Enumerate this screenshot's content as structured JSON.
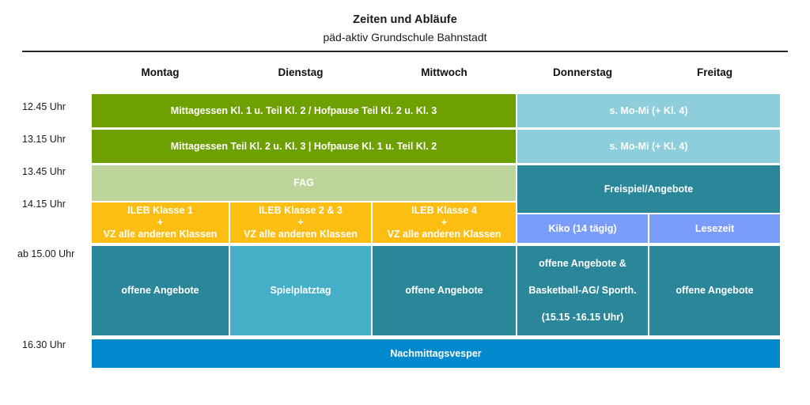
{
  "document": {
    "title": "Zeiten und Abläufe",
    "subtitle": "päd-aktiv Grundschule Bahnstadt"
  },
  "colors": {
    "green": "#6EA000",
    "light_green": "#BDD49A",
    "light_blue": "#8ECDDC",
    "orange": "#FDBE14",
    "teal": "#2A8699",
    "teal_light": "#45AFC8",
    "periwinkle": "#7A9CFB",
    "vesper_blue": "#0089CC",
    "rule": "#262626",
    "text": "#1A1A1A",
    "cell_text": "#FFFFFF"
  },
  "schedule": {
    "day_headers": [
      "Montag",
      "Dienstag",
      "Mittwoch",
      "Donnerstag",
      "Freitag"
    ],
    "time_labels": [
      "12.45 Uhr",
      "13.15 Uhr",
      "13.45 Uhr",
      "14.15 Uhr",
      "ab 15.00 Uhr",
      "16.30 Uhr"
    ],
    "cells": {
      "lunch_1_mo_mi": "Mittagessen Kl. 1 u. Teil Kl. 2 / Hofpause Teil Kl. 2 u. Kl. 3",
      "lunch_1_do_fr": "s. Mo-Mi (+ Kl. 4)",
      "lunch_2_mo_mi": "Mittagessen Teil Kl. 2 u. Kl. 3 | Hofpause Kl. 1 u. Teil Kl. 2",
      "lunch_2_do_fr": "s. Mo-Mi (+ Kl. 4)",
      "fag": "FAG",
      "freispiel": "Freispiel/Angebote",
      "ileb_mo_top": "ILEB  Klasse 1",
      "ileb_mo_plus": "+",
      "ileb_mo_bottom": "VZ alle anderen Klassen",
      "ileb_di_top": "ILEB Klasse 2 & 3",
      "ileb_di_plus": "+",
      "ileb_di_bottom": "VZ alle anderen Klassen",
      "ileb_mi_top": "ILEB Klasse 4",
      "ileb_mi_plus": "+",
      "ileb_mi_bottom": "VZ alle anderen Klassen",
      "kiko": "Kiko (14 tägig)",
      "lesezeit": "Lesezeit",
      "offene_mo": "offene Angebote",
      "spielplatztag": "Spielplatztag",
      "offene_mi": "offene Angebote",
      "do_line1": "offene Angebote &",
      "do_line2": "Basketball-AG/ Sporth.",
      "do_line3": "(15.15 -16.15 Uhr)",
      "offene_fr": "offene Angebote",
      "vesper": "Nachmittagsvesper"
    }
  }
}
